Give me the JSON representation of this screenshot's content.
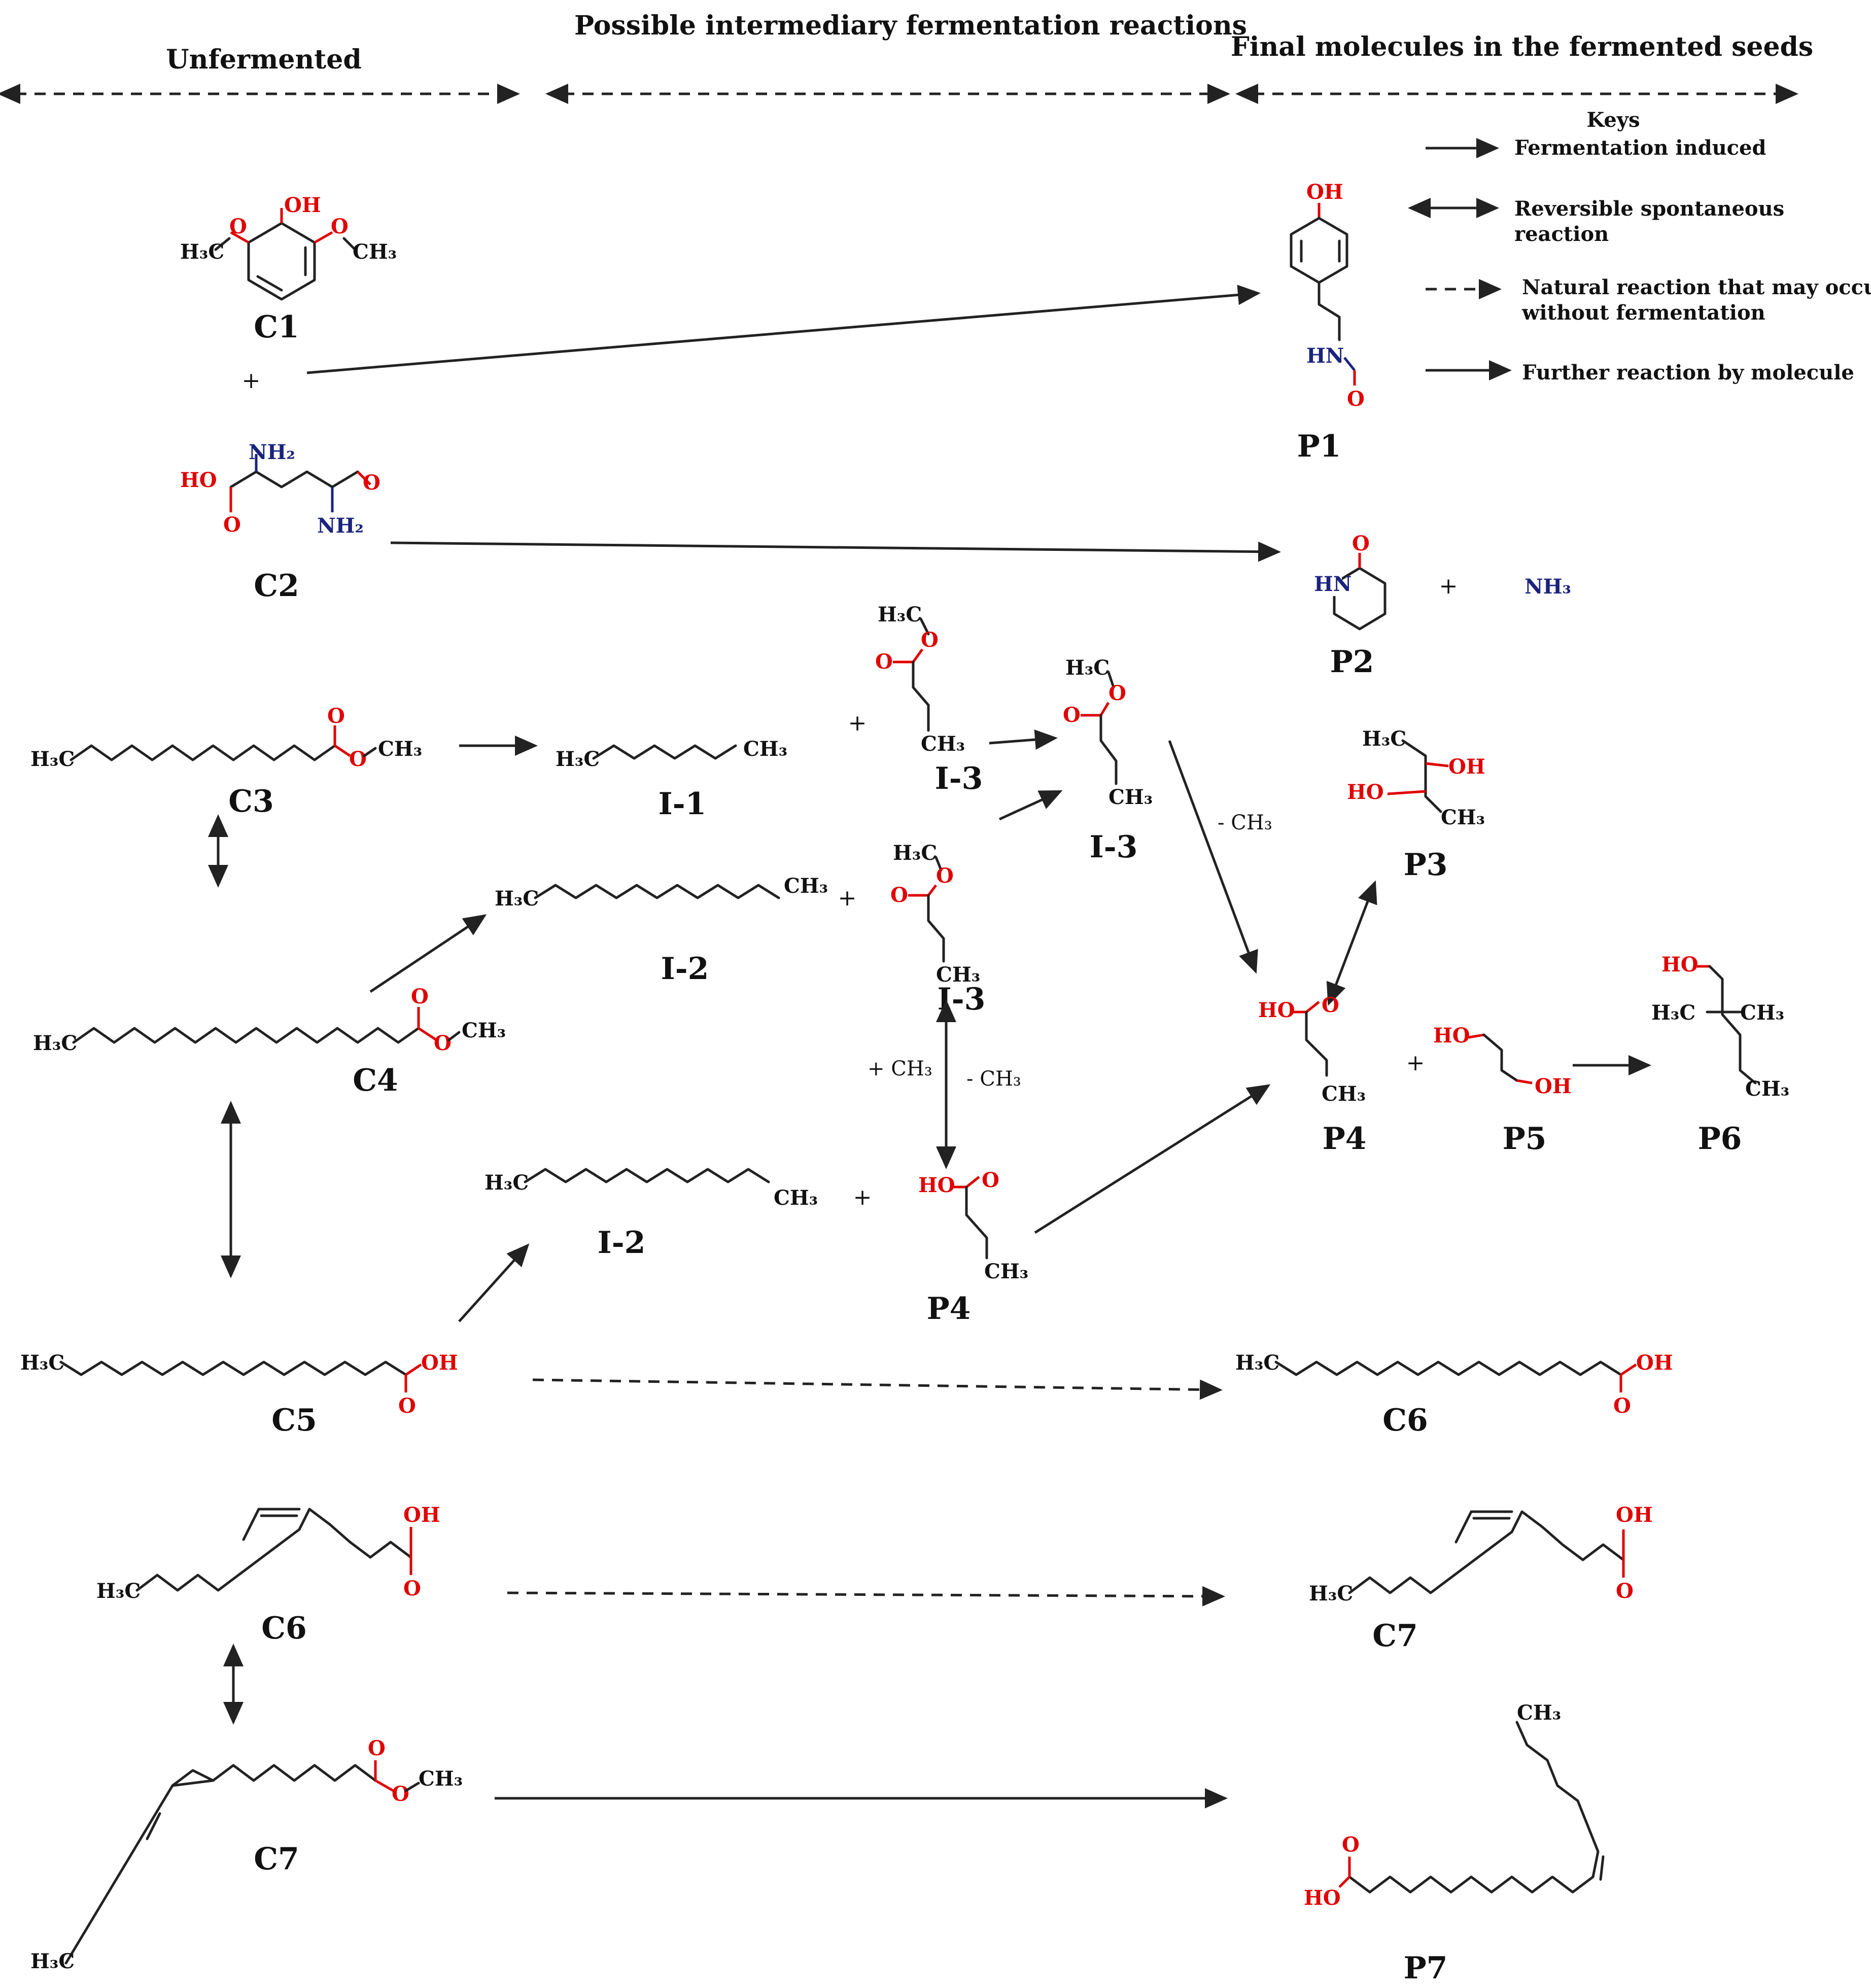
{
  "headers": {
    "unfermented": "Unfermented",
    "intermediary": "Possible intermediary fermentation reactions",
    "final": "Final molecules in the fermented seeds"
  },
  "keys": {
    "title": "Keys",
    "fermentation_induced": "Fermentation induced",
    "reversible_1": "Reversible spontaneous",
    "reversible_2": "reaction",
    "natural_1": "Natural reaction that may occur",
    "natural_2": "without fermentation",
    "further": "Further reaction by molecule"
  },
  "labels": {
    "C1": "C1",
    "C2": "C2",
    "C3": "C3",
    "C4": "C4",
    "C5": "C5",
    "C6": "C6",
    "C7": "C7",
    "C6_right": "C6",
    "C7_right": "C7",
    "I1": "I-1",
    "I2_top": "I-2",
    "I2_bottom": "I-2",
    "I3_a": "I-3",
    "I3_b": "I-3",
    "I3_c": "I-3",
    "P1": "P1",
    "P2": "P2",
    "P3": "P3",
    "P4_main": "P4",
    "P4_mid": "P4",
    "P5": "P5",
    "P6": "P6",
    "P7": "P7"
  },
  "atoms": {
    "OH": "OH",
    "HO": "HO",
    "O": "O",
    "H3C": "H₃C",
    "CH3": "CH₃",
    "NH2": "NH₂",
    "NH3": "NH₃",
    "HN": "HN"
  },
  "reaction_notes": {
    "minus_ch3_right": "- CH₃",
    "plus_ch3": "+ CH₃",
    "minus_ch3_mid": "- CH₃",
    "plus": "+"
  }
}
